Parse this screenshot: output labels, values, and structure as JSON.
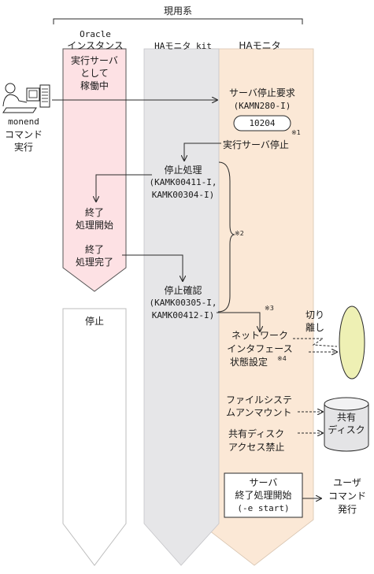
{
  "header": {
    "system": "現用系"
  },
  "columns": {
    "oracle": [
      "Oracle",
      "インスタンス"
    ],
    "kit": "HAモニタ kit",
    "hamon": "HAモニタ"
  },
  "user": {
    "command": "monend",
    "exec": [
      "コマンド",
      "実行"
    ]
  },
  "oracle_steps": {
    "running": [
      "実行サーバ",
      "として",
      "稼働中"
    ],
    "end_start": [
      "終了",
      "処理開始"
    ],
    "end_done": [
      "終了",
      "処理完了"
    ],
    "stopped": "停止"
  },
  "kit_steps": {
    "stop_process": [
      "停止処理",
      "(KAMK00411-I,",
      "KAMK00304-I)"
    ],
    "stop_confirm": [
      "停止確認",
      "(KAMK00305-I,",
      "KAMK00412-I)"
    ]
  },
  "hamon_steps": {
    "stop_request": [
      "サーバ停止要求",
      "(KAMN280-I)"
    ],
    "message_id": "10204",
    "exec_server_stop": "実行サーバ停止",
    "network": [
      "ネットワーク",
      "インタフェース",
      "状態設定"
    ],
    "unmount": [
      "ファイルシステ",
      "ムアンマウント"
    ],
    "disk_ban": [
      "共有ディスク",
      "アクセス禁止"
    ],
    "server_end": [
      "サーバ",
      "終了処理開始",
      "(-e start)"
    ]
  },
  "notes": {
    "n1": "※1",
    "n2": "※2",
    "n3": "※3",
    "n4": "※4"
  },
  "external": {
    "detach": [
      "切り",
      "離し"
    ],
    "disk": [
      "共有",
      "ディスク"
    ],
    "user_cmd": [
      "ユーザ",
      "コマンド",
      "発行"
    ]
  },
  "colors": {
    "oracle_fill": "#fde1e4",
    "kit_fill": "#e6e6e8",
    "hamon_fill": "#fbe8d6",
    "ellipse_fill": "#eef0b4",
    "line": "#2a2a2a"
  }
}
